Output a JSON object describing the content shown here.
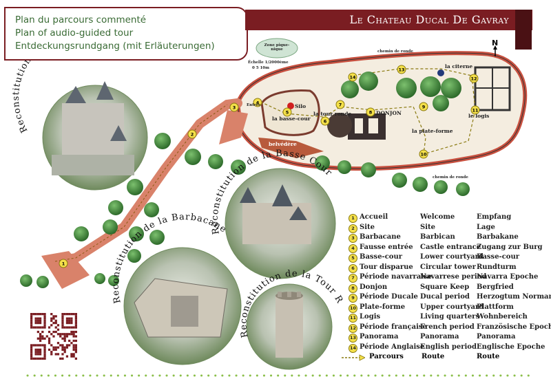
{
  "header": {
    "subtitle_fr": "Plan du parcours commenté",
    "subtitle_en": "Plan of audio-guided tour",
    "subtitle_de": "Entdeckungsrundgang (mit Erläuterungen)",
    "banner_title": "Le Chateau Ducal De Gavray",
    "north": "N"
  },
  "map_labels": {
    "zone": "Zone pique-nique",
    "scale": "Échelle 1/2000ème",
    "scale_ticks": "0   5   10m",
    "chemin_top": "chemin de ronde",
    "chemin_bottom": "chemin de ronde",
    "silo": "Silo",
    "basse_cour": "la basse-cour",
    "tour_ronde": "la tour ronde",
    "donjon": "DONJON",
    "plate_forme": "la plate-forme",
    "citerne": "la citerne",
    "logis": "le logis",
    "belvedere": "belvédère",
    "entree": "Entrée"
  },
  "reconstructions": {
    "haute_cour": "Reconstitution de la Haute Cour",
    "basse_cour": "Reconstitution de la Basse Cour",
    "barbacane": "Reconstitution de la Barbacane",
    "tour_ronde": "Reconstitution de la Tour Ronde"
  },
  "legend": [
    {
      "n": "1",
      "fr": "Accueil",
      "en": "Welcome",
      "de": "Empfang"
    },
    {
      "n": "2",
      "fr": "Site",
      "en": "Site",
      "de": "Lage"
    },
    {
      "n": "3",
      "fr": "Barbacane",
      "en": "Barbican",
      "de": "Barbakane"
    },
    {
      "n": "4",
      "fr": "Fausse entrée",
      "en": "Castle entrance",
      "de": "Zugang zur Burg"
    },
    {
      "n": "5",
      "fr": "Basse-cour",
      "en": "Lower courtyard",
      "de": "Basse-cour"
    },
    {
      "n": "6",
      "fr": "Tour disparue",
      "en": "Circular tower",
      "de": "Rundturm"
    },
    {
      "n": "7",
      "fr": "Période navarraise",
      "en": "Navarrese period",
      "de": "Navarra Epoche"
    },
    {
      "n": "8",
      "fr": "Donjon",
      "en": "Square Keep",
      "de": "Bergfried"
    },
    {
      "n": "9",
      "fr": "Période Ducale",
      "en": "Ducal period",
      "de": "Herzogtum Normandie"
    },
    {
      "n": "10",
      "fr": "Plate-forme",
      "en": "Upper courtyard",
      "de": "Plattform"
    },
    {
      "n": "11",
      "fr": "Logis",
      "en": "Living quarters",
      "de": "Wohnbereich"
    },
    {
      "n": "12",
      "fr": "Période française",
      "en": "French period",
      "de": "Französische Epoche"
    },
    {
      "n": "13",
      "fr": "Panorama",
      "en": "Panorama",
      "de": "Panorama"
    },
    {
      "n": "14",
      "fr": "Période Anglaise",
      "en": "English period",
      "de": "Englische Epoche"
    }
  ],
  "route": {
    "fr": "Parcours",
    "en": "Route",
    "de": "Route"
  },
  "colors": {
    "banner": "#7a1d22",
    "path": "#d9826a",
    "tree": "#3f8a3a",
    "title_text": "#3a6b35",
    "marker": "#f4e04a"
  }
}
